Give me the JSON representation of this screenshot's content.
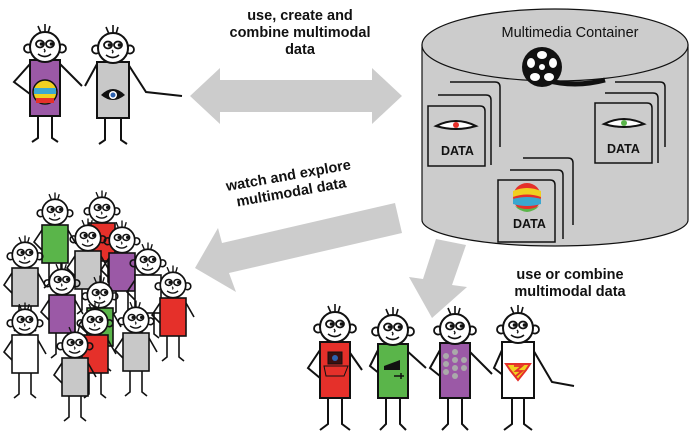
{
  "labels": {
    "top_arrow": [
      "use, create and",
      "combine multimodal",
      "data"
    ],
    "watch_arrow": [
      "watch and explore",
      "multimodal data"
    ],
    "use_arrow": [
      "use or combine",
      "multimodal data"
    ]
  },
  "container": {
    "title": "Multimedia Container",
    "icon": "film-reel-icon",
    "documents": [
      {
        "label": "DATA",
        "icon": "eye-icon",
        "icon_color": "#e5302a"
      },
      {
        "label": "DATA",
        "icon": "eye-icon",
        "icon_color": "#5ab54a"
      },
      {
        "label": "DATA",
        "icon": "brain-map-icon",
        "icon_color": "#f0d020"
      }
    ]
  },
  "groups": {
    "creators": [
      {
        "shirt": "#9b59a6",
        "emblem": "brain-map-icon"
      },
      {
        "shirt": "#c8c8c8",
        "emblem": "eye-icon"
      }
    ],
    "users": [
      {
        "shirt": "#e5302a",
        "emblem": "laptop-eye-icon"
      },
      {
        "shirt": "#5ab54a",
        "emblem": "camera-icon"
      },
      {
        "shirt": "#9b59a6",
        "emblem": "neural-network-icon"
      },
      {
        "shirt": "#ffffff",
        "emblem": "superhero-sigma-icon"
      }
    ],
    "audience_shirts": [
      "#5ab54a",
      "#e5302a",
      "#c8c8c8",
      "#9b59a6",
      "#c8c8c8",
      "#ffffff",
      "#9b59a6",
      "#e5302a",
      "#5ab54a",
      "#ffffff",
      "#e5302a",
      "#c8c8c8",
      "#c8c8c8"
    ]
  },
  "colors": {
    "arrow": "#cccccc",
    "container_fill": "#cccccc",
    "outline": "#111111"
  }
}
